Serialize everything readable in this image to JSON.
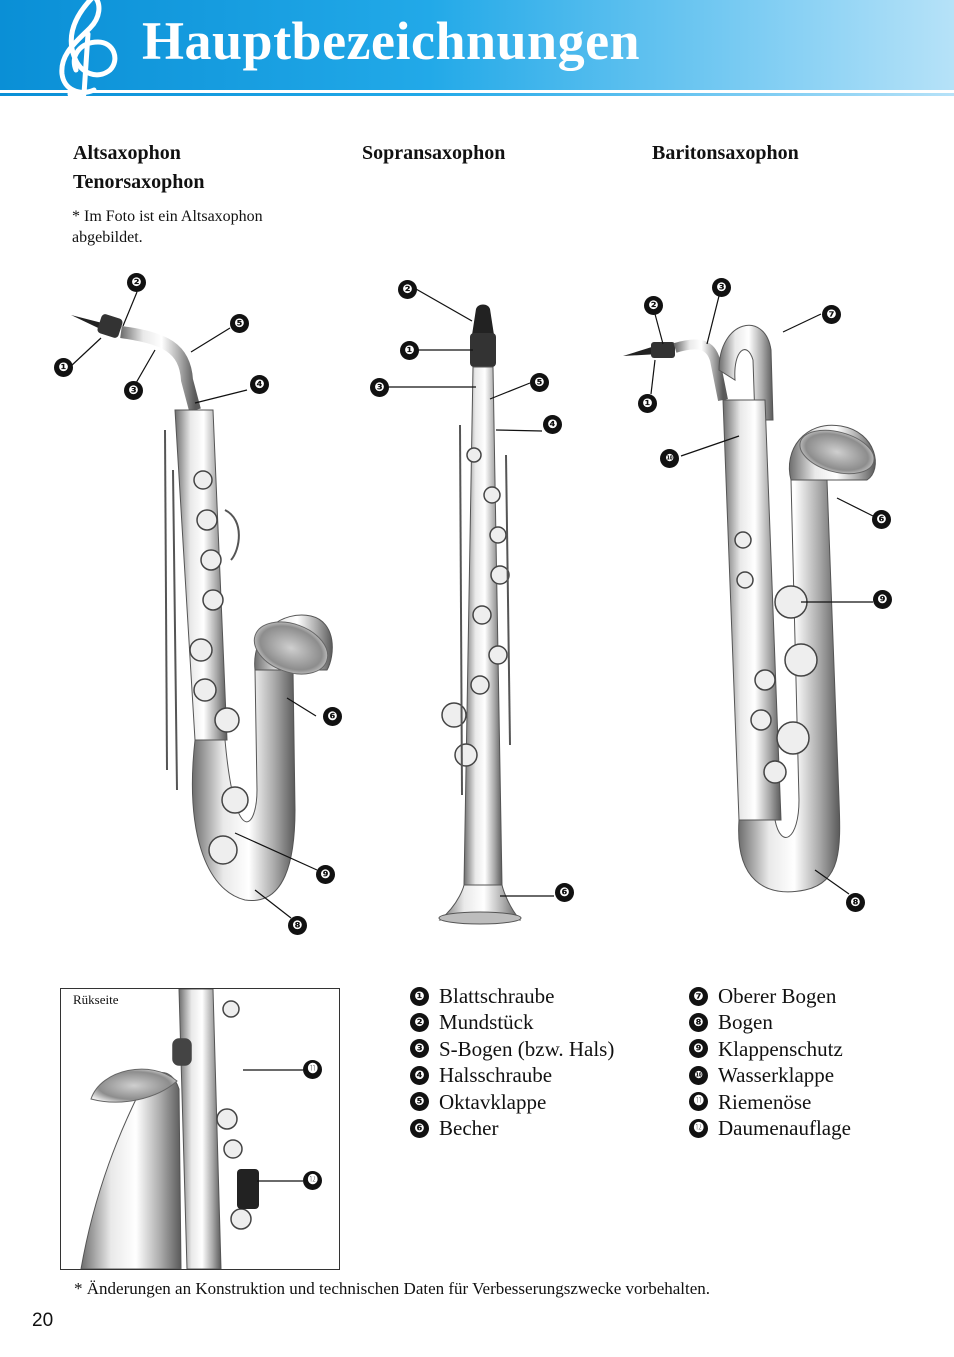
{
  "header": {
    "title": "Hauptbezeichnungen",
    "icon": "treble-clef-icon",
    "accent": "#0a8fd6"
  },
  "columns": [
    {
      "heading_line1": "Altsaxophon",
      "heading_line2": "Tenorsaxophon",
      "note": "*  Im Foto ist ein Altsaxophon abgebildet."
    },
    {
      "heading": "Sopransaxophon"
    },
    {
      "heading": "Baritonsaxophon"
    }
  ],
  "figures": {
    "alto": {
      "callouts": [
        "❷",
        "❺",
        "❶",
        "❸",
        "❹",
        "❻",
        "❾",
        "❽"
      ]
    },
    "soprano": {
      "callouts": [
        "❷",
        "❶",
        "❸",
        "❺",
        "❹",
        "❻"
      ]
    },
    "baritone": {
      "callouts": [
        "❷",
        "❸",
        "❼",
        "❶",
        "❿",
        "❻",
        "❾",
        "❽"
      ]
    },
    "rear": {
      "label": "Rükseite",
      "callouts": [
        "⓫",
        "⓬"
      ]
    }
  },
  "legend_left": [
    {
      "num": "❶",
      "label": "Blattschraube"
    },
    {
      "num": "❷",
      "label": "Mundstück"
    },
    {
      "num": "❸",
      "label": "S-Bogen (bzw. Hals)"
    },
    {
      "num": "❹",
      "label": "Halsschraube"
    },
    {
      "num": "❺",
      "label": "Oktavklappe"
    },
    {
      "num": "❻",
      "label": "Becher"
    }
  ],
  "legend_right": [
    {
      "num": "❼",
      "label": "Oberer Bogen"
    },
    {
      "num": "❽",
      "label": "Bogen"
    },
    {
      "num": "❾",
      "label": "Klappenschutz"
    },
    {
      "num": "❿",
      "label": "Wasserklappe"
    },
    {
      "num": "⓫",
      "label": "Riemenöse"
    },
    {
      "num": "⓬",
      "label": "Daumenauflage"
    }
  ],
  "footnote": "*  Änderungen an Konstruktion und technischen Daten für Verbesserungszwecke vorbehalten.",
  "page_number": "20"
}
